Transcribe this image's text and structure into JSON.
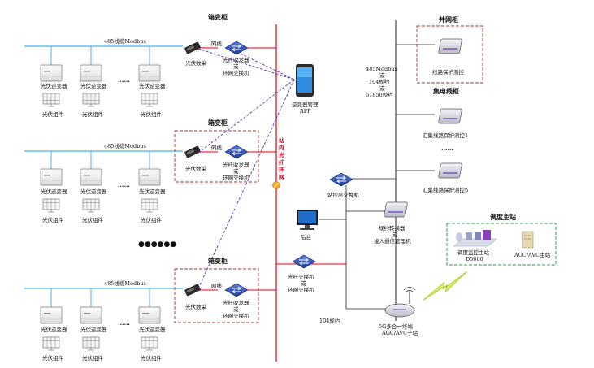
{
  "diagram": {
    "rs485_label": "485线缆Modbus",
    "inverter_label": "光伏逆变器",
    "pv_module_label": "光伏组件",
    "net_line_label": "网线",
    "collector_label": "光伏数采",
    "transceiver_label_1": "光纤收发器",
    "transceiver_label_2": "或",
    "transceiver_label_3": "环网交换机",
    "box_title": "箱变柜",
    "app_label_1": "逆变器管理",
    "app_label_2": "APP",
    "ring_label": "站内光纤环网",
    "dots_small": "……",
    "dots_big": "●●●●●●",
    "grid_cabinet": "并网柜",
    "line_protect": "线路保护测控",
    "collect_cabinet": "集电线柜",
    "collect_protect_1": "汇集线路保护测控1",
    "collect_protect_n": "汇集线路保护测控n",
    "protocol_1": "485Modbus",
    "protocol_2": "或",
    "protocol_3": "104规约",
    "protocol_4": "或",
    "protocol_5": "61850规约",
    "station_switch": "站控层交换机",
    "protocol_conv_1": "规约转换器",
    "protocol_conv_2": "或",
    "protocol_conv_3": "接入通信管理机",
    "backend": "后台",
    "fiber_switch_1": "光纤交换机",
    "fiber_switch_2": "或",
    "fiber_switch_3": "环网交换机",
    "protocol_104": "104规约",
    "terminal_1": "5G多合一终端",
    "terminal_2": "AGC/AVC子站",
    "dispatch_title": "调度主站",
    "dispatch_monitor_1": "调度监控主站",
    "dispatch_monitor_2": "D5000",
    "agc_master": "AGC/AVC主站",
    "colors": {
      "red": "#e3000f",
      "blue_line": "#1aa3e0",
      "purple_dash": "#5b2fa8",
      "green_dash": "#2e9e55",
      "dark_red_dash": "#a0393a"
    }
  }
}
